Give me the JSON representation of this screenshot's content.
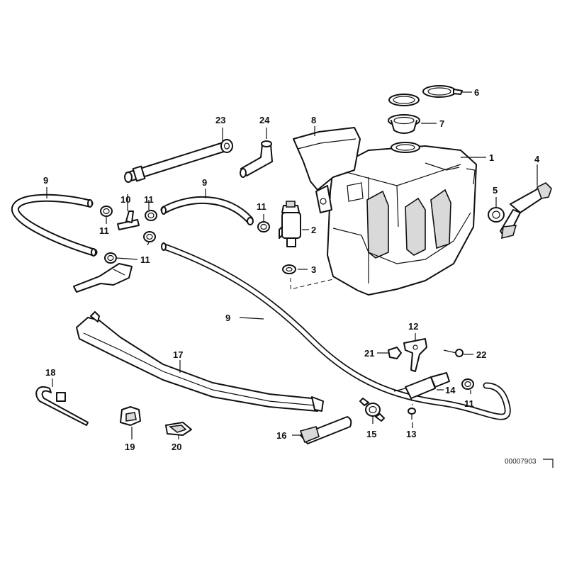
{
  "diagram": {
    "reference_number": "00007903",
    "parts": [
      {
        "id": "washer-fluid-reservoir",
        "label": "1"
      },
      {
        "id": "washer-pump",
        "label": "2"
      },
      {
        "id": "pump-grommet",
        "label": "3"
      },
      {
        "id": "level-sensor",
        "label": "4"
      },
      {
        "id": "sensor-grommet",
        "label": "5"
      },
      {
        "id": "filler-cap-gasket",
        "label": "6"
      },
      {
        "id": "filler-neck-cap",
        "label": "7"
      },
      {
        "id": "reservoir-shield",
        "label": "8"
      },
      {
        "id": "hose-left",
        "label": "9"
      },
      {
        "id": "hose-mid",
        "label": "9"
      },
      {
        "id": "hose-long",
        "label": "9"
      },
      {
        "id": "t-connector",
        "label": "10"
      },
      {
        "id": "hose-clamp-a",
        "label": "11"
      },
      {
        "id": "hose-clamp-b",
        "label": "11"
      },
      {
        "id": "hose-clamp-c",
        "label": "11"
      },
      {
        "id": "hose-clamp-d",
        "label": "11"
      },
      {
        "id": "hose-clamp-e",
        "label": "11"
      },
      {
        "id": "nozzle-bracket",
        "label": "12"
      },
      {
        "id": "bracket-screw",
        "label": "13"
      },
      {
        "id": "check-valve",
        "label": "14"
      },
      {
        "id": "nozzle-holder",
        "label": "15"
      },
      {
        "id": "spray-nozzle",
        "label": "16"
      },
      {
        "id": "hose-channel",
        "label": "17"
      },
      {
        "id": "cable-tie",
        "label": "18"
      },
      {
        "id": "clip-a",
        "label": "19"
      },
      {
        "id": "clip-b",
        "label": "20"
      },
      {
        "id": "bracket-nut",
        "label": "21"
      },
      {
        "id": "bracket-bolt",
        "label": "22"
      },
      {
        "id": "filler-tube",
        "label": "23"
      },
      {
        "id": "elbow-connector",
        "label": "24"
      }
    ]
  }
}
